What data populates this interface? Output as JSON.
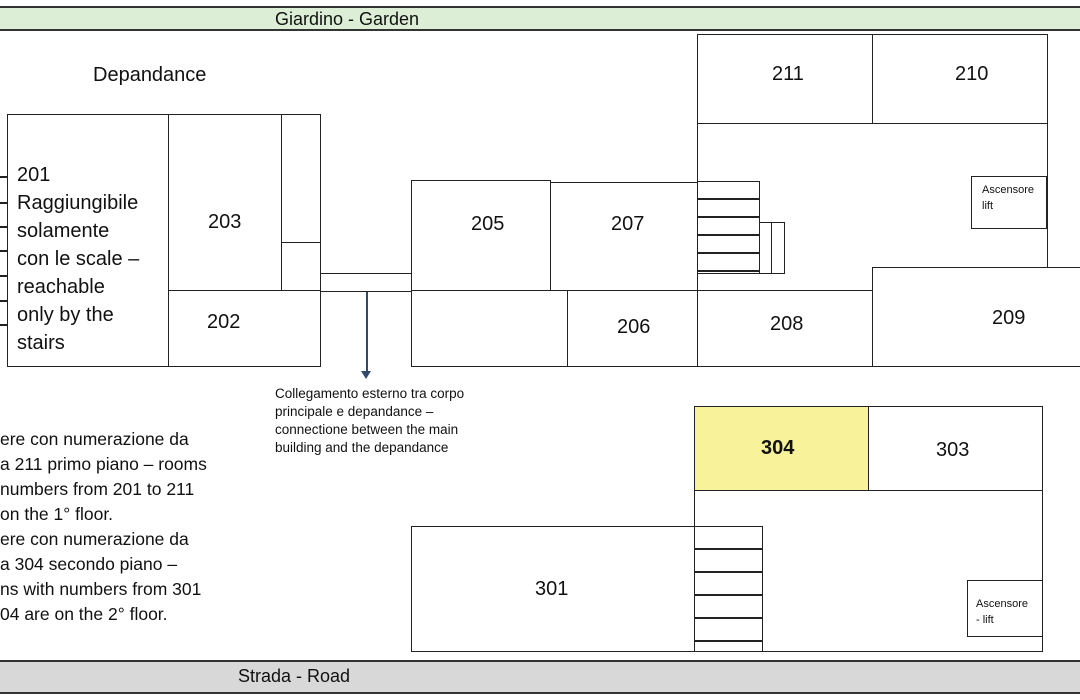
{
  "bands": {
    "garden": "Giardino - Garden",
    "road": "Strada - Road"
  },
  "dependance_title": "Depandance",
  "dependance_note": [
    "201",
    "Raggiungibile",
    "solamente",
    "con le scale –",
    "reachable",
    "only by the",
    "stairs"
  ],
  "rooms": {
    "r202": "202",
    "r203": "203",
    "r205": "205",
    "r206": "206",
    "r207": "207",
    "r208": "208",
    "r209": "209",
    "r210": "210",
    "r211": "211",
    "r301": "301",
    "r303": "303",
    "r304": "304"
  },
  "lift_top": [
    "Ascensore",
    "lift"
  ],
  "lift_bottom": [
    "Ascensore",
    "- lift"
  ],
  "connection_note": [
    "Collegamento esterno tra corpo",
    "principale e depandance –",
    "connectione between the main",
    "building and the depandance"
  ],
  "legend_lines": [
    "ere con numerazione da",
    "a 211 primo piano – rooms",
    "numbers from 201 to 211",
    "on the 1° floor.",
    "ere con numerazione da",
    "a 304 secondo piano –",
    "ns with numbers from 301",
    "04 are on the 2° floor."
  ],
  "colors": {
    "highlight": "#f8f39a",
    "garden": "#dcefd6",
    "road": "#d8d8d8"
  }
}
